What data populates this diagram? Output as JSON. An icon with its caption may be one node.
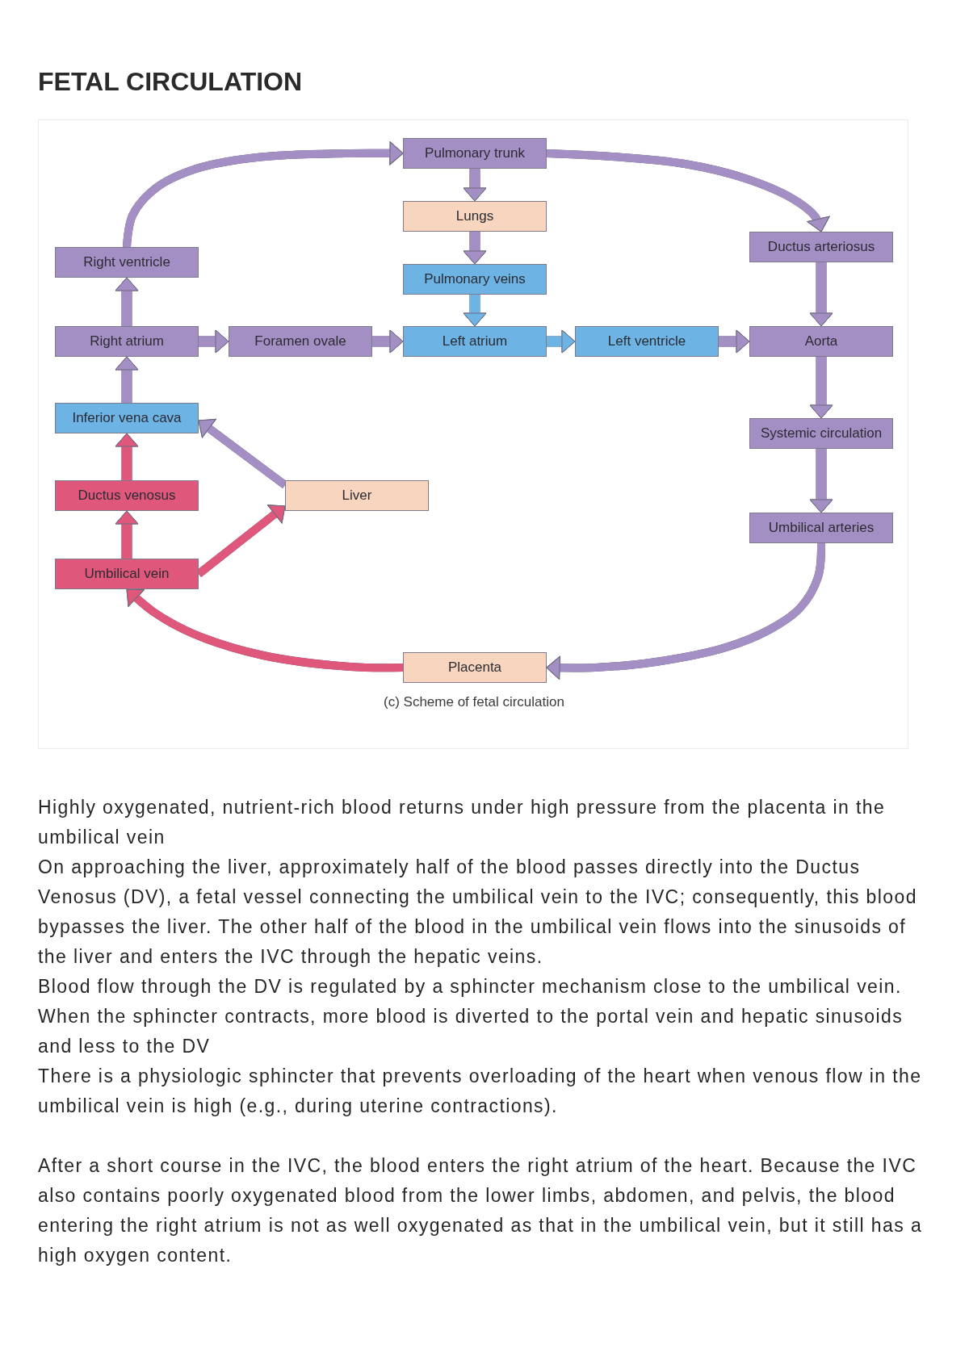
{
  "diagram": {
    "title": "FETAL CIRCULATION",
    "caption": "(c) Scheme of fetal circulation",
    "nodes": [
      {
        "text": [
          "Pulmonary trunk"
        ]
      },
      {
        "text": [
          "Lungs"
        ]
      },
      {
        "text": [
          "Ductus arteriosus"
        ]
      },
      {
        "text": [
          "Right ventricle"
        ]
      },
      {
        "text": [
          "Pulmonary veins"
        ]
      },
      {
        "text": [
          "Right atrium"
        ]
      },
      {
        "text": [
          "Foramen ovale"
        ]
      },
      {
        "text": [
          "Left atrium"
        ]
      },
      {
        "text": [
          "Left ventricle"
        ]
      },
      {
        "text": [
          "Aorta"
        ]
      },
      {
        "text": [
          "Inferior vena cava"
        ]
      },
      {
        "text": [
          "Systemic circulation"
        ]
      },
      {
        "text": [
          "Ductus venosus"
        ]
      },
      {
        "text": [
          "Liver"
        ]
      },
      {
        "text": [
          "Umbilical arteries"
        ]
      },
      {
        "text": [
          "Umbilical vein"
        ]
      },
      {
        "text": [
          "Placenta"
        ]
      }
    ],
    "edges": [
      {
        "from": 3,
        "to": 0,
        "arrow": "to"
      },
      {
        "from": 0,
        "to": 1,
        "arrow": "to"
      },
      {
        "from": 1,
        "to": 4,
        "arrow": "to"
      },
      {
        "from": 4,
        "to": 7,
        "arrow": "to",
        "color": "#6db3e3"
      },
      {
        "from": 0,
        "to": 2,
        "arrow": "to"
      },
      {
        "from": 2,
        "to": 9,
        "arrow": "to"
      },
      {
        "from": 5,
        "to": 3,
        "arrow": "to"
      },
      {
        "from": 5,
        "to": 6,
        "arrow": "to"
      },
      {
        "from": 6,
        "to": 7,
        "arrow": "to"
      },
      {
        "from": 7,
        "to": 8,
        "arrow": "to",
        "color": "#6db3e3"
      },
      {
        "from": 8,
        "to": 9,
        "arrow": "to"
      },
      {
        "from": 9,
        "to": 11,
        "arrow": "to"
      },
      {
        "from": 11,
        "to": 14,
        "arrow": "to"
      },
      {
        "from": 14,
        "to": 16,
        "arrow": "to"
      },
      {
        "from": 16,
        "to": 15,
        "arrow": "to",
        "color": "#e0577c"
      },
      {
        "from": 15,
        "to": 12,
        "arrow": "to",
        "color": "#e0577c"
      },
      {
        "from": 12,
        "to": 10,
        "arrow": "to",
        "color": "#e0577c"
      },
      {
        "from": 15,
        "to": 13,
        "arrow": "to",
        "color": "#e0577c"
      },
      {
        "from": 13,
        "to": 10,
        "arrow": "to"
      },
      {
        "from": 10,
        "to": 5,
        "arrow": "to"
      }
    ],
    "labels": [
      "Highly oxygenated, nutrient-rich blood returns under high pressure from the placenta in the umbilical vein",
      "On approaching the liver, approximately half of the blood passes directly into the Ductus Venosus (DV), a fetal vessel connecting the umbilical vein to the IVC; consequently, this blood bypasses the liver. The other half of the blood in the umbilical vein flows into the sinusoids of the liver and enters the IVC through the hepatic veins.",
      "Blood flow through the DV is regulated by a sphincter mechanism close to the umbilical vein.",
      "When the sphincter contracts, more blood is diverted to the portal vein and hepatic sinusoids and less to the DV",
      "There is a physiologic sphincter that prevents overloading of the heart when venous flow in the umbilical vein is high (e.g., during uterine contractions).",
      "After a short course in the IVC, the blood enters the right atrium of the heart. Because the IVC also contains poorly oxygenated blood from the lower limbs, abdomen, and pelvis, the blood entering the right atrium is not as well oxygenated as that in the umbilical vein, but it still has a high oxygen content."
    ]
  }
}
